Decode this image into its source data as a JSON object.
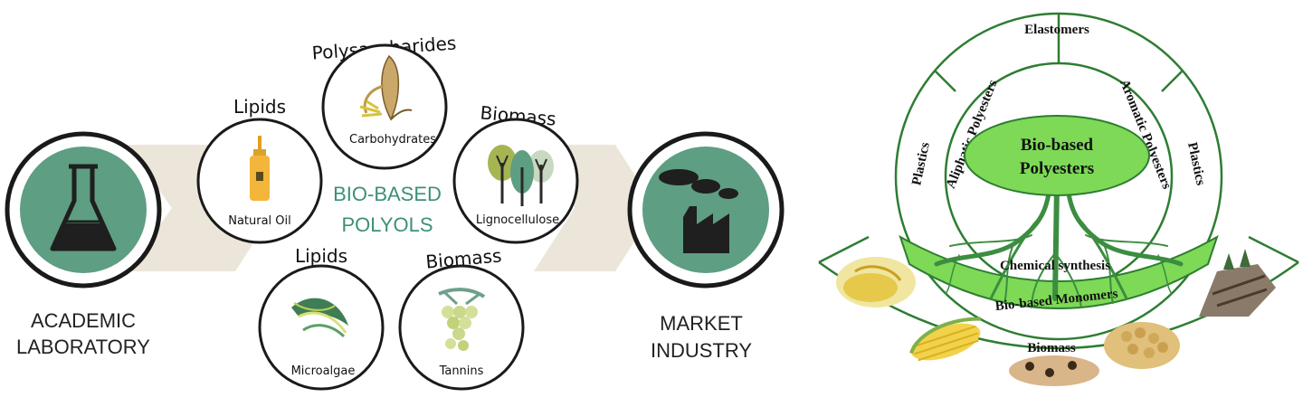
{
  "left_panel": {
    "center_title_line1": "BIO-BASED",
    "center_title_line2": "POLYOLS",
    "lab_label_line1": "ACADEMIC",
    "lab_label_line2": "LABORATORY",
    "market_label_line1": "MARKET",
    "market_label_line2": "INDUSTRY",
    "nodes": [
      {
        "category": "Lipids",
        "inner": "Natural Oil"
      },
      {
        "category": "Polysaccharides",
        "inner": "Carbohydrates"
      },
      {
        "category": "Biomass",
        "inner": "Lignocellulose"
      },
      {
        "category": "Lipids",
        "inner": "Microalgae"
      },
      {
        "category": "Biomass",
        "inner": "Tannins"
      }
    ]
  },
  "right_panel": {
    "top_label": "Elastomers",
    "left_outer": "Plastics",
    "left_inner": "Aliphatic Polyesters",
    "right_inner": "Aromatic Polyesters",
    "right_outer": "Plastics",
    "core_line1": "Bio-based",
    "core_line2": "Polyesters",
    "band_top": "Chemical synthesis",
    "band_bottom": "Bio-based Monomers",
    "base_label": "Biomass"
  },
  "colors": {
    "dark_green": "#2e7d32",
    "bright_green": "#7ed957",
    "flask_green": "#5e9e82",
    "teal_text": "#3d8f7a",
    "arrow_beige": "#ece6da"
  }
}
